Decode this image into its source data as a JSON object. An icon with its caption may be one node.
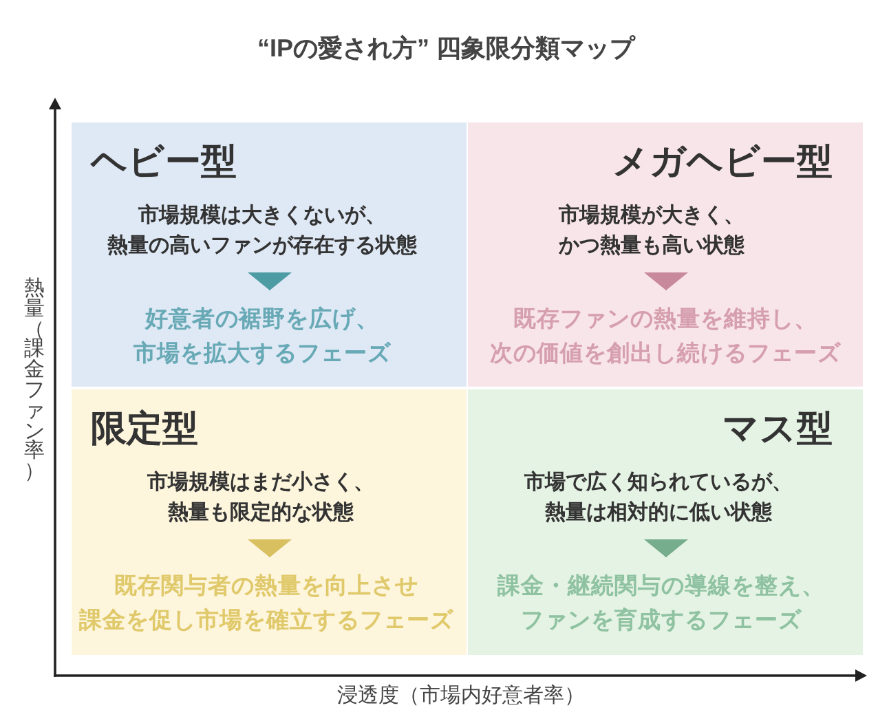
{
  "diagram": {
    "title": "“IPの愛され方” 四象限分類マップ",
    "nodes": [
      {
        "text": [
          "ヘビー型"
        ]
      },
      {
        "text": [
          "市場規模は大きくないが、熱量の高いファンが存在する状態"
        ],
        "in": 0
      },
      {
        "text": [
          "好意者の裾野を広げ、市場を拡大するフェーズ"
        ],
        "in": 0
      },
      {
        "text": [
          "メガヘビー型"
        ]
      },
      {
        "text": [
          "市場規模が大きく、かつ熱量も高い状態"
        ],
        "in": 3
      },
      {
        "text": [
          "既存ファンの熱量を維持し、次の価値を創出し続けるフェーズ"
        ],
        "in": 3
      },
      {
        "text": [
          "限定型"
        ]
      },
      {
        "text": [
          "市場規模はまだ小さく、熱量も限定的な状態"
        ],
        "in": 6
      },
      {
        "text": [
          "既存関与者の熱量を向上させ課金を促し市場を確立するフェーズ"
        ],
        "in": 6
      },
      {
        "text": [
          "マス型"
        ]
      },
      {
        "text": [
          "市場で広く知られているが、熱量は相対的に低い状態"
        ],
        "in": 9
      },
      {
        "text": [
          "課金・継続関与の導線を整え、ファンを育成するフェーズ"
        ],
        "in": 9
      }
    ],
    "edges": [
      {
        "from": 1,
        "to": 2,
        "arrow": "to",
        "color": "#4d9ba3"
      },
      {
        "from": 4,
        "to": 5,
        "arrow": "to",
        "color": "#c8899d"
      },
      {
        "from": 7,
        "to": 8,
        "arrow": "to",
        "color": "#d8c060"
      },
      {
        "from": 10,
        "to": 11,
        "arrow": "to",
        "color": "#76ad8c"
      }
    ],
    "labels": [
      "熱量（課金ファン率）",
      "浸透度（市場内好意者率）"
    ]
  }
}
